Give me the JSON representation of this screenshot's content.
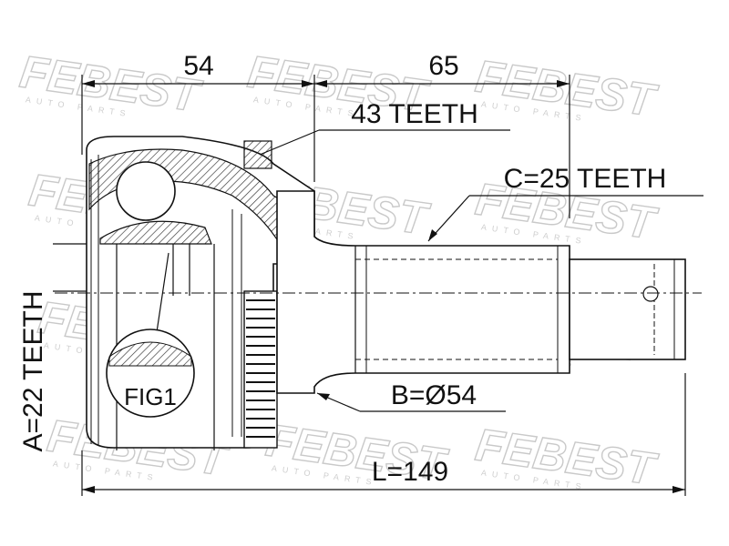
{
  "diagram": {
    "dimensions": {
      "inner_length": "54",
      "outer_length": "65",
      "total_length": "L=149"
    },
    "labels": {
      "inner_teeth": "A=22 TEETH",
      "abs_ring_teeth": "43 TEETH",
      "outer_teeth": "C=25 TEETH",
      "diameter": "B=Ø54",
      "figure": "FIG1"
    },
    "watermark": {
      "brand": "FEBEST",
      "sub": "AUTO PARTS"
    },
    "colors": {
      "line": "#111111",
      "watermark": "#c9c9c9",
      "hatch": "#333333"
    }
  }
}
